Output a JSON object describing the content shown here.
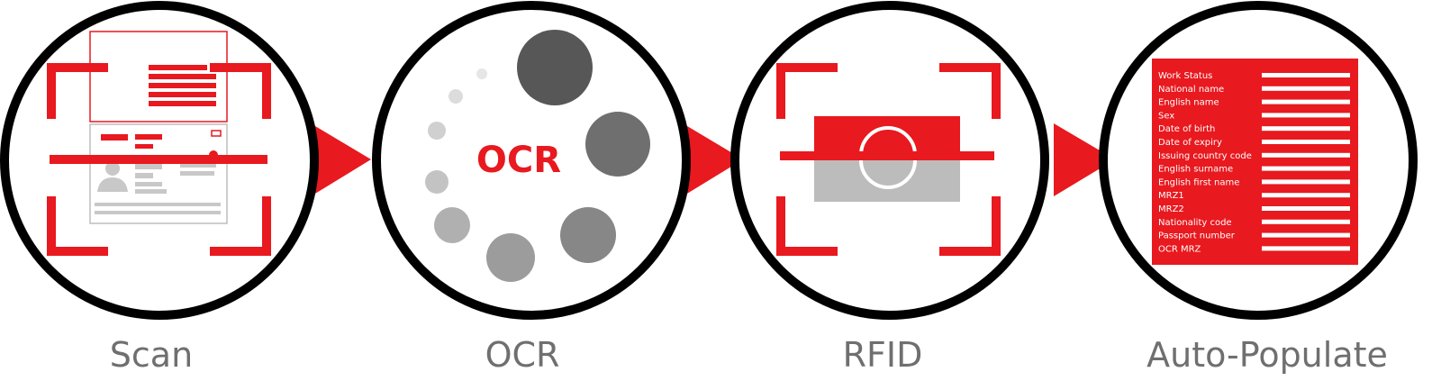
{
  "colors": {
    "accent_red": "#e8191f",
    "outline": "#000000",
    "label_gray": "#6f6f6f",
    "doc_gray": "#c8c8c8"
  },
  "steps": [
    {
      "label": "Scan"
    },
    {
      "label": "OCR"
    },
    {
      "label": "RFID"
    },
    {
      "label": "Auto-Populate"
    }
  ],
  "ocr_icon": {
    "text": "OCR"
  },
  "autopopulate_form": {
    "fields": [
      "Work Status",
      "National name",
      "English name",
      "Sex",
      "Date of birth",
      "Date of expiry",
      "Issuing country code",
      "English surname",
      "English first name",
      "MRZ1",
      "MRZ2",
      "Nationality code",
      "Passport number",
      "OCR MRZ"
    ]
  }
}
